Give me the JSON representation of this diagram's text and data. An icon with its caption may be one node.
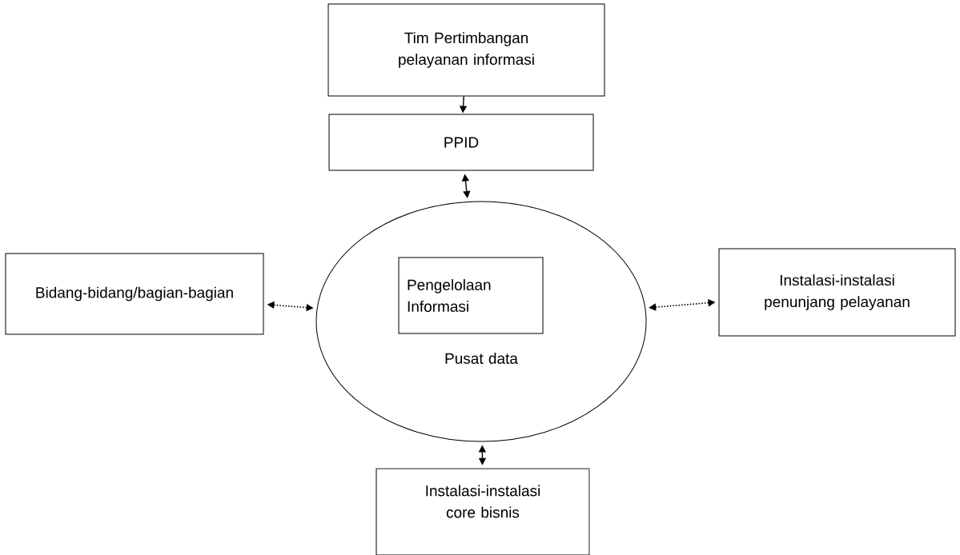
{
  "diagram": {
    "nodes": [
      {
        "text": [
          "Tim Pertimbangan pelayanan informasi"
        ]
      },
      {
        "text": [
          "PPID"
        ]
      },
      {
        "text": [
          "Pusat data"
        ]
      },
      {
        "text": [
          "Pengelolaan Informasi"
        ],
        "in": 2
      },
      {
        "text": [
          "Bidang-bidang/bagian-bagian"
        ]
      },
      {
        "text": [
          "Instalasi-instalasi penunjang pelayanan"
        ]
      },
      {
        "text": [
          "Instalasi-instalasi core bisnis"
        ]
      }
    ],
    "edges": [
      {
        "from": 0,
        "to": 1,
        "arrow": "to"
      },
      {
        "from": 1,
        "to": 2,
        "arrow": "both"
      },
      {
        "from": 4,
        "to": 2,
        "arrow": "both",
        "style": "dashed"
      },
      {
        "from": 2,
        "to": 5,
        "arrow": "both",
        "style": "dashed"
      },
      {
        "from": 2,
        "to": 6,
        "arrow": "both"
      }
    ]
  }
}
